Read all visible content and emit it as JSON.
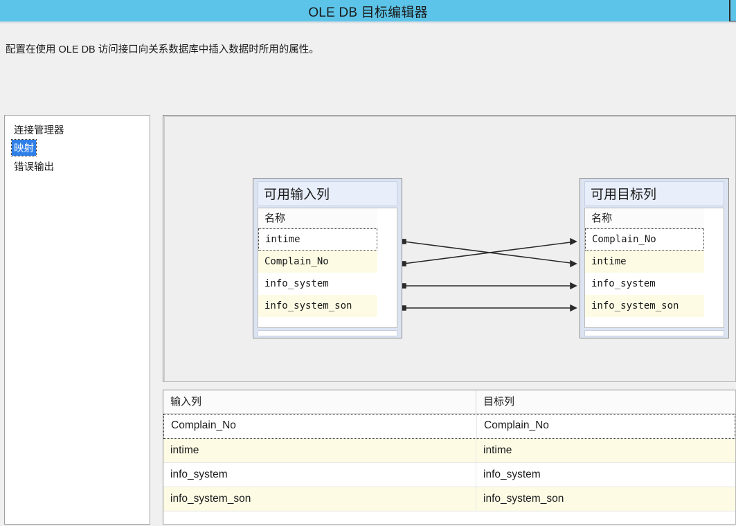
{
  "window": {
    "title": "OLE DB 目标编辑器",
    "titlebar_color": "#5cc4e8",
    "close_button": "close-button"
  },
  "description": "配置在使用 OLE DB 访问接口向关系数据库中插入数据时所用的属性。",
  "sidebar": {
    "items": [
      {
        "label": "连接管理器",
        "selected": false
      },
      {
        "label": "映射",
        "selected": true
      },
      {
        "label": "错误输出",
        "selected": false
      }
    ],
    "selection_color": "#2f7fe8"
  },
  "mapping_diagram": {
    "input_box": {
      "title": "可用输入列",
      "column_header": "名称",
      "rows": [
        {
          "name": "intime",
          "selected": true,
          "alt": false
        },
        {
          "name": "Complain_No",
          "selected": false,
          "alt": true
        },
        {
          "name": "info_system",
          "selected": false,
          "alt": false
        },
        {
          "name": "info_system_son",
          "selected": false,
          "alt": true
        }
      ]
    },
    "destination_box": {
      "title": "可用目标列",
      "column_header": "名称",
      "rows": [
        {
          "name": "Complain_No",
          "selected": true,
          "alt": false
        },
        {
          "name": "intime",
          "selected": false,
          "alt": true
        },
        {
          "name": "info_system",
          "selected": false,
          "alt": false
        },
        {
          "name": "info_system_son",
          "selected": false,
          "alt": true
        }
      ]
    },
    "connections": [
      {
        "from_row": 0,
        "to_row": 1
      },
      {
        "from_row": 1,
        "to_row": 0
      },
      {
        "from_row": 2,
        "to_row": 2
      },
      {
        "from_row": 3,
        "to_row": 3
      }
    ]
  },
  "mapping_grid": {
    "columns": [
      "输入列",
      "目标列"
    ],
    "rows": [
      {
        "input": "Complain_No",
        "destination": "Complain_No",
        "selected": true,
        "alt": false
      },
      {
        "input": "intime",
        "destination": "intime",
        "selected": false,
        "alt": true
      },
      {
        "input": "info_system",
        "destination": "info_system",
        "selected": false,
        "alt": false
      },
      {
        "input": "info_system_son",
        "destination": "info_system_son",
        "selected": false,
        "alt": true
      }
    ]
  }
}
